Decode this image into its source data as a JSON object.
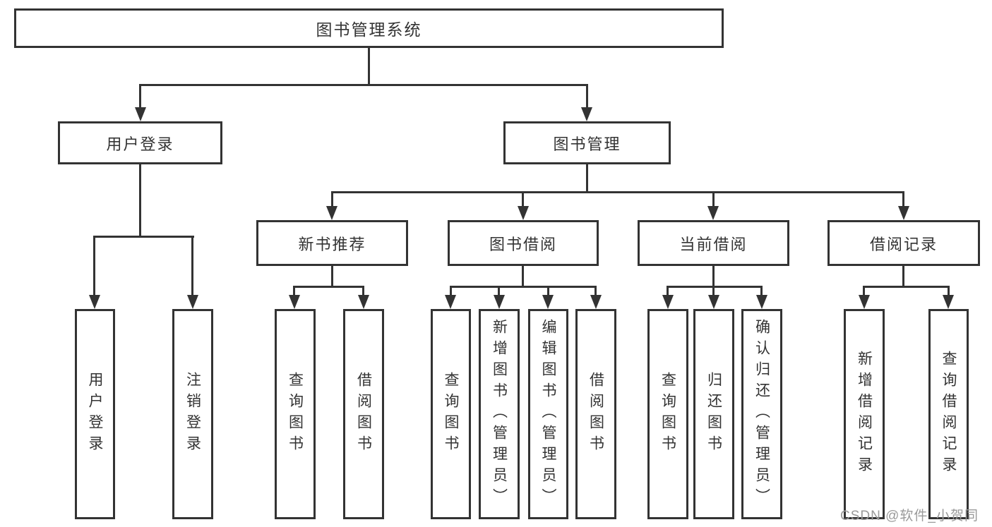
{
  "nodes": {
    "root": {
      "label": "图书管理系统"
    },
    "user_login": {
      "label": "用户登录"
    },
    "book_mgmt": {
      "label": "图书管理"
    },
    "new_book_rec": {
      "label": "新书推荐"
    },
    "book_borrow": {
      "label": "图书借阅"
    },
    "current_borrow": {
      "label": "当前借阅"
    },
    "borrow_record": {
      "label": "借阅记录"
    },
    "leaf_login": {
      "label": "用户登录"
    },
    "leaf_logout": {
      "label": "注销登录"
    },
    "rec_query": {
      "label": "查询图书"
    },
    "rec_borrow": {
      "label": "借阅图书"
    },
    "bb_query": {
      "label": "查询图书"
    },
    "bb_add": {
      "label": "新增图书（管理员）"
    },
    "bb_edit": {
      "label": "编辑图书（管理员）"
    },
    "bb_borrow": {
      "label": "借阅图书"
    },
    "cb_query": {
      "label": "查询图书"
    },
    "cb_return": {
      "label": "归还图书"
    },
    "cb_confirm": {
      "label": "确认归还（管理员）"
    },
    "br_add": {
      "label": "新增借阅记录"
    },
    "br_query": {
      "label": "查询借阅记录"
    }
  },
  "watermark": {
    "text": "CSDN @软件_小贺同学"
  },
  "colors": {
    "line": "#333333",
    "text": "#333333",
    "watermark_text": "#9a9a9a",
    "background": "#ffffff"
  }
}
